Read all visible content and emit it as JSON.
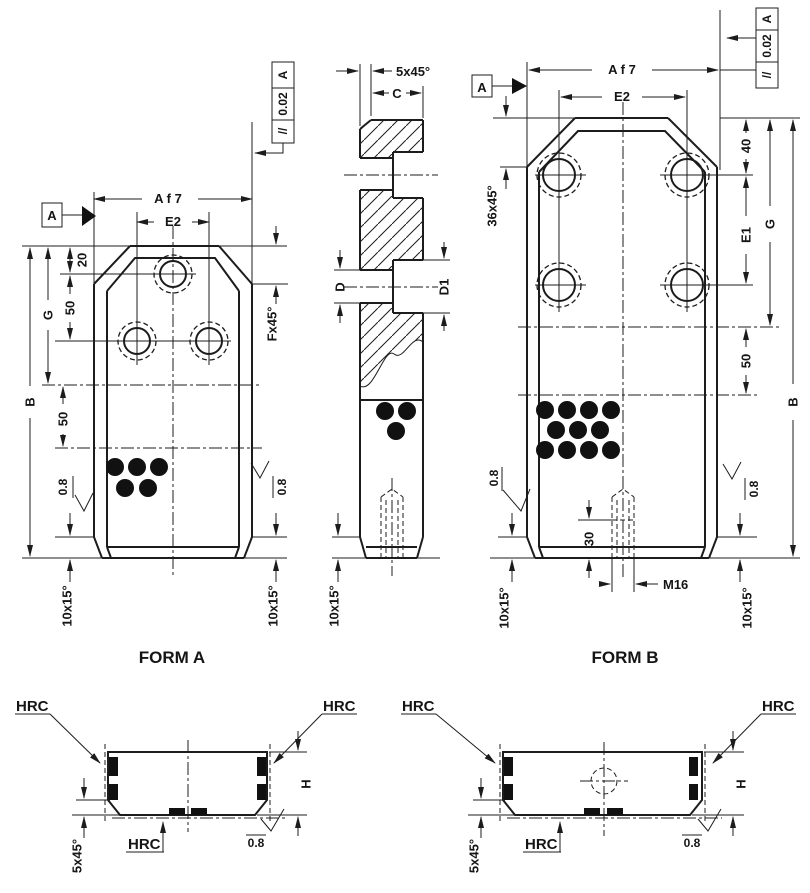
{
  "form_a": {
    "title": "FORM A",
    "datum": "A",
    "fcf": {
      "symbol": "//",
      "value": "0.02",
      "datum": "A"
    },
    "dims": {
      "width": "A f 7",
      "e2": "E2",
      "top_offset": "20",
      "hole_pitch": "50",
      "g": "G",
      "b": "B",
      "mid_pitch": "50",
      "chamfer": "Fx45°",
      "taper_left": "10x15°",
      "taper_right": "10x15°",
      "ra_left": "0.8",
      "ra_right": "0.8"
    }
  },
  "side_section": {
    "dims": {
      "chamfer": "5x45°",
      "c": "C",
      "d": "D",
      "d1": "D1",
      "taper": "10x15°"
    }
  },
  "form_b": {
    "title": "FORM B",
    "datum": "A",
    "fcf": {
      "symbol": "//",
      "value": "0.02",
      "datum": "A"
    },
    "dims": {
      "width": "A f 7",
      "e2": "E2",
      "chamfer": "36x45°",
      "top_offset": "40",
      "e1": "E1",
      "g": "G",
      "b": "B",
      "mid_pitch": "50",
      "thread_depth": "30",
      "thread": "M16",
      "taper_left": "10x15°",
      "taper_right": "10x15°",
      "ra_left": "0.8",
      "ra_right": "0.8"
    }
  },
  "hardness_section_a": {
    "hrc_top_left": "HRC",
    "hrc_top_right": "HRC",
    "hrc_bottom": "HRC",
    "dims": {
      "h": "H",
      "chamfer": "5x45°",
      "ra": "0.8"
    }
  },
  "hardness_section_b": {
    "hrc_top_left": "HRC",
    "hrc_top_right": "HRC",
    "hrc_bottom": "HRC",
    "dims": {
      "h": "H",
      "chamfer": "5x45°",
      "ra": "0.8"
    }
  }
}
